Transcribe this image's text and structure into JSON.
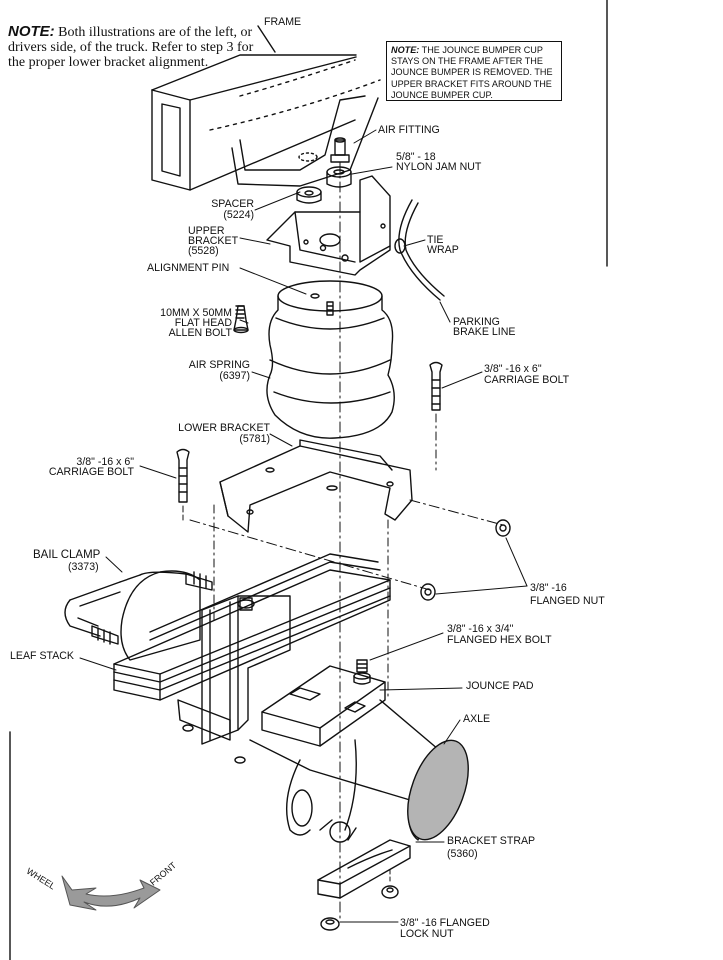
{
  "note_top": {
    "prefix": "NOTE:",
    "text": "Both illustrations are of the left, or drivers side, of the truck.  Refer to step 3 for the proper lower bracket alignment."
  },
  "note_box": {
    "prefix": "NOTE:",
    "text": "THE JOUNCE BUMPER CUP STAYS ON THE FRAME AFTER THE JOUNCE BUMPER IS REMOVED. THE UPPER BRACKET FITS AROUND THE JOUNCE BUMPER CUP."
  },
  "labels": {
    "frame": "FRAME",
    "air_fitting": "AIR FITTING",
    "jam_nut_1": "5/8\" - 18",
    "jam_nut_2": "NYLON JAM NUT",
    "spacer_1": "SPACER",
    "spacer_2": "(5224)",
    "upper_bracket_1": "UPPER",
    "upper_bracket_2": "BRACKET",
    "upper_bracket_3": "(5528)",
    "tie_wrap_1": "TIE",
    "tie_wrap_2": "WRAP",
    "alignment_pin": "ALIGNMENT PIN",
    "allen_bolt_1": "10MM X 50MM",
    "allen_bolt_2": "FLAT HEAD",
    "allen_bolt_3": "ALLEN BOLT",
    "brake_line_1": "PARKING",
    "brake_line_2": "BRAKE LINE",
    "air_spring_1": "AIR SPRING",
    "air_spring_2": "(6397)",
    "carriage_bolt_r_1": "3/8\" -16 x 6\"",
    "carriage_bolt_r_2": "CARRIAGE BOLT",
    "lower_bracket_1": "LOWER BRACKET",
    "lower_bracket_2": "(5781)",
    "carriage_bolt_l_1": "3/8\" -16 x 6\"",
    "carriage_bolt_l_2": "CARRIAGE BOLT",
    "bail_clamp_1": "BAIL CLAMP",
    "bail_clamp_2": "(3373)",
    "flanged_nut_1": "3/8\" -16",
    "flanged_nut_2": "FLANGED NUT",
    "hex_bolt_1": "3/8\" -16 x 3/4\"",
    "hex_bolt_2": "FLANGED HEX BOLT",
    "leaf_stack": "LEAF STACK",
    "jounce_pad": "JOUNCE PAD",
    "axle": "AXLE",
    "bracket_strap_1": "BRACKET STRAP",
    "bracket_strap_2": "(5360)",
    "lock_nut_1": "3/8\" -16 FLANGED",
    "lock_nut_2": "LOCK NUT",
    "dir_wheel": "WHEEL",
    "dir_front": "FRONT"
  },
  "colors": {
    "line": "#111111",
    "arrow_fill": "#9a9a9a",
    "axle_end": "#b4b4b4",
    "background": "#ffffff"
  }
}
